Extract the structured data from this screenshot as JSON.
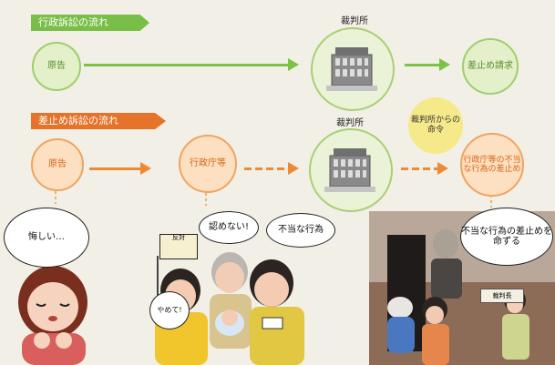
{
  "banners": {
    "green": "行政訴訟の流れ",
    "orange": "差止め訴訟の流れ"
  },
  "top_row": {
    "start": "原告",
    "court_label": "裁判所",
    "end": "差止め請求"
  },
  "middle_row": {
    "start": "原告",
    "step": "行政庁等",
    "court_label": "裁判所",
    "end": "行政庁等の不当な行為の差止め"
  },
  "yellow_note": "裁判所からの命令",
  "bubbles": {
    "left": "悔しい…",
    "group_left": "認めない!",
    "group_top": "不当な行為",
    "group_small": "やめて!",
    "judge": "不当な行為の差止めを命ずる"
  },
  "signs": {
    "protest": "反対",
    "nameplate": "裁判長"
  },
  "colors": {
    "green": "#7bc245",
    "orange": "#ee8a35",
    "background": "#f1efe6"
  }
}
